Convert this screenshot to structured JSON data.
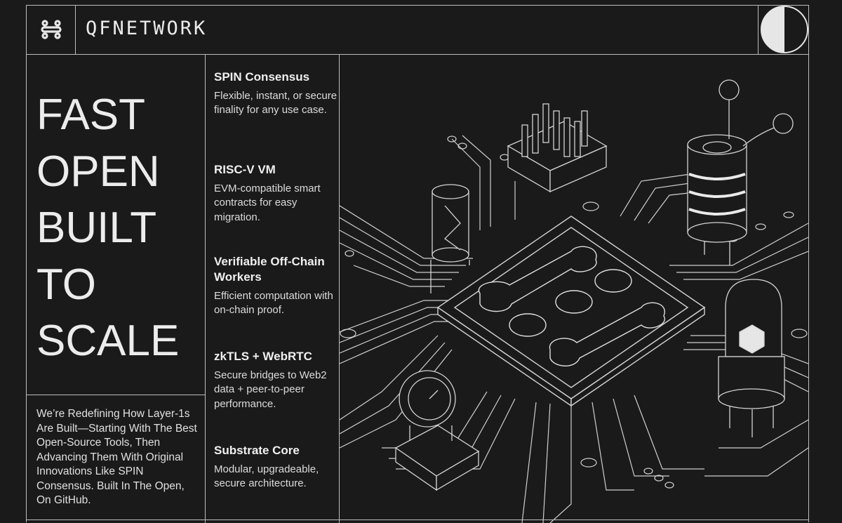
{
  "brand": {
    "name": "QFNETWORK",
    "logo_icon": "dots-grid-icon",
    "theme_toggle_icon": "half-circle-icon"
  },
  "hero": {
    "lines": [
      "FAST",
      "OPEN",
      "BUILT",
      "TO",
      "SCALE"
    ],
    "description": "We’re Redefining How Layer-1s Are Built—Starting With The Best Open-Source Tools, Then Advancing Them With Original Innovations Like SPIN Consensus. Built In The Open, On GitHub."
  },
  "features": [
    {
      "title": "SPIN Consensus",
      "text": "Flexible, instant, or secure finality for any use case."
    },
    {
      "title": "RISC-V VM",
      "text": "EVM-compatible smart contracts for easy migration."
    },
    {
      "title": "Verifiable Off-Chain Workers",
      "text": "Efficient computation with on-chain proof."
    },
    {
      "title": "zkTLS + WebRTC",
      "text": "Secure bridges to Web2 data + peer-to-peer performance."
    },
    {
      "title": "Substrate Core",
      "text": "Modular, upgradeable, secure architecture."
    }
  ],
  "colors": {
    "background": "#1a1a1a",
    "line": "#bdbdbd",
    "text": "#ececec"
  }
}
